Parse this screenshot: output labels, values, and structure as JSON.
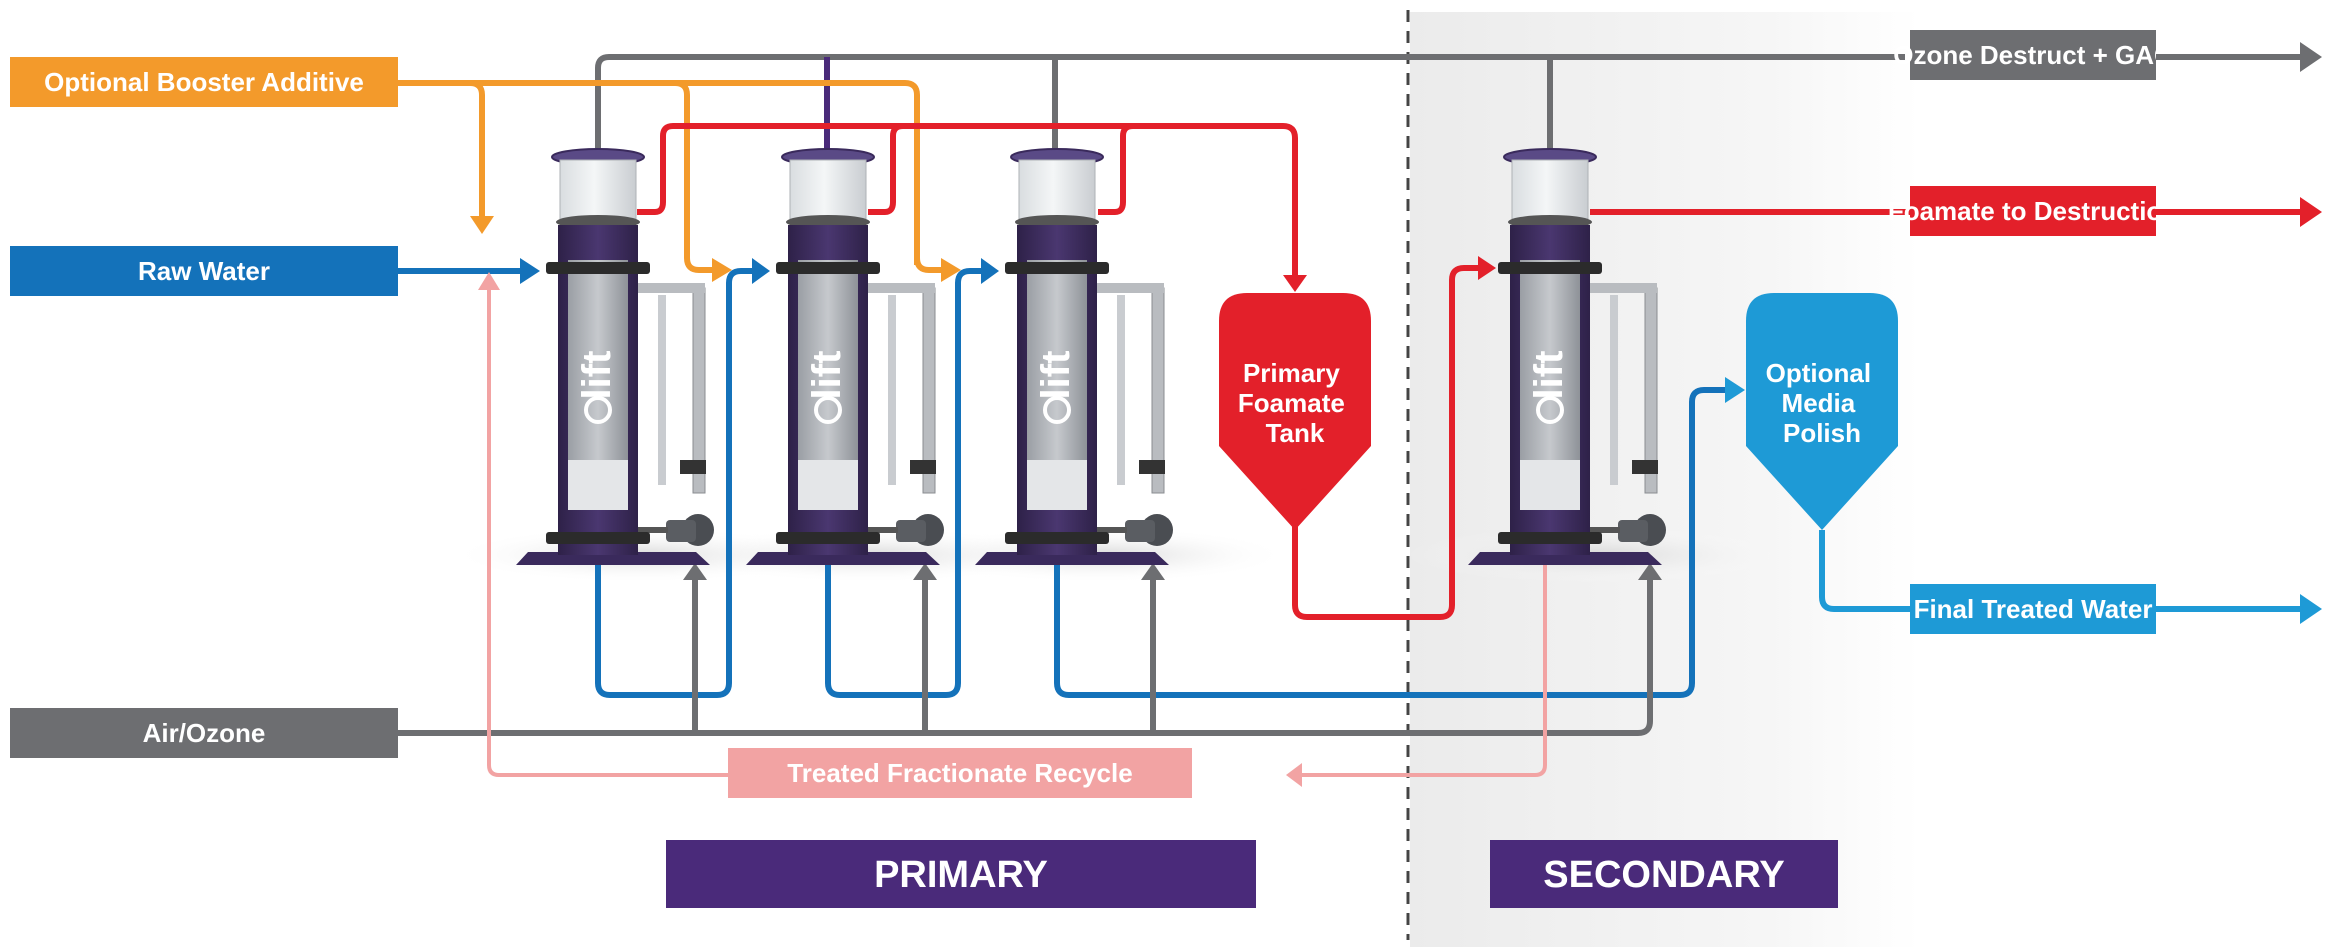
{
  "labels": {
    "booster": "Optional Booster Additive",
    "raw_water": "Raw Water",
    "air_ozone": "Air/Ozone",
    "ozone_destruct": "Ozone Destruct + GAC",
    "foamate_destruction": "Foamate to Destruction",
    "final_treated": "Final Treated Water",
    "recycle": "Treated Fractionate Recycle",
    "primary": "PRIMARY",
    "secondary": "SECONDARY"
  },
  "tanks": {
    "primary_foamate": [
      "Primary",
      "Foamate",
      "Tank"
    ],
    "media_polish": [
      "Optional",
      "Media",
      "Polish"
    ]
  },
  "units": [
    {
      "brand": "lift",
      "stage": "primary"
    },
    {
      "brand": "lift",
      "stage": "primary"
    },
    {
      "brand": "lift",
      "stage": "primary"
    },
    {
      "brand": "lift",
      "stage": "secondary"
    }
  ],
  "colors": {
    "orange": "#F39A2B",
    "blue": "#1472BA",
    "gray": "#6D6E71",
    "red": "#E3202A",
    "light_blue": "#1E9AD6",
    "pink": "#F2A3A3",
    "purple": "#4A2A7A",
    "column": "#3F2D62",
    "secondary_bg": "#EFEFEF"
  }
}
